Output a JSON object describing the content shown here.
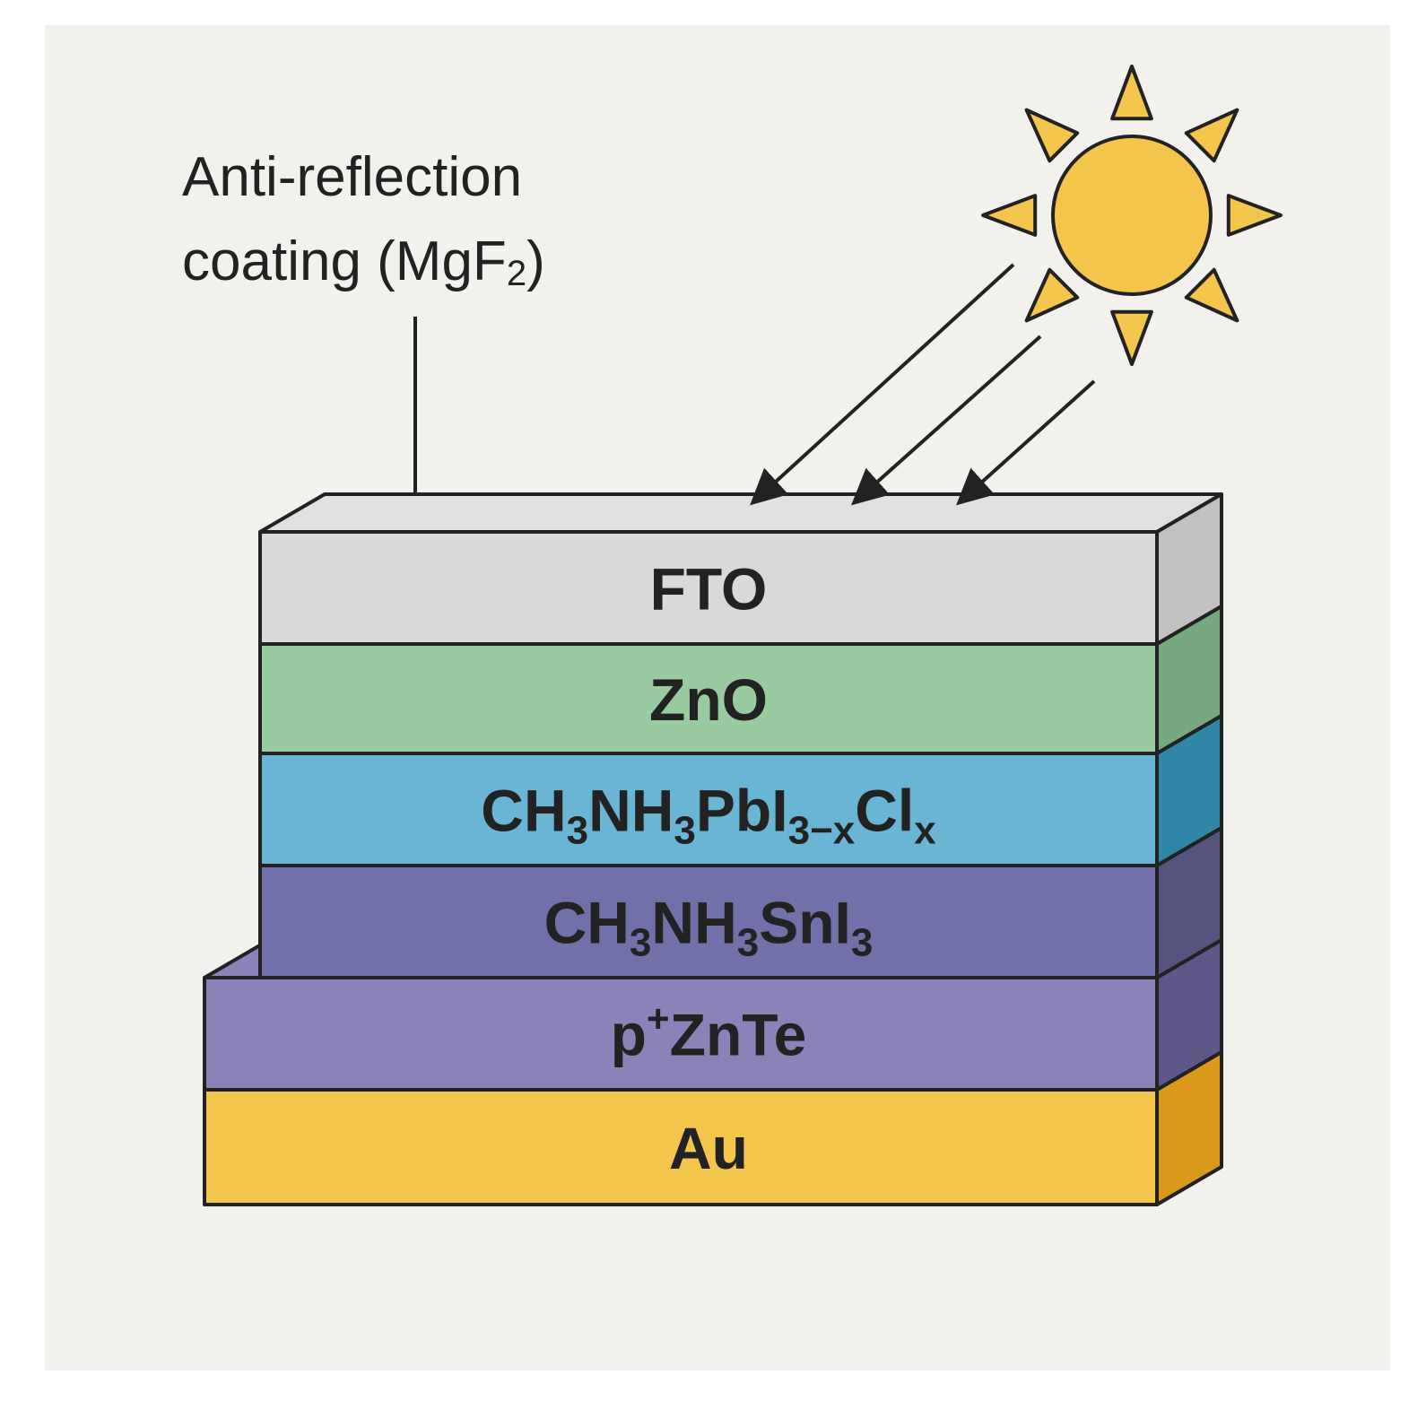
{
  "callout": {
    "line1": "Anti-reflection",
    "line2_main": "coating (MgF",
    "line2_sub": "2",
    "line2_end": ")"
  },
  "layers": [
    {
      "id": "fto",
      "parts": [
        {
          "t": "FTO"
        }
      ],
      "front": "#dbd9d7",
      "side": "#c3c1bf"
    },
    {
      "id": "zno",
      "parts": [
        {
          "t": "ZnO"
        }
      ],
      "front": "#98cba0",
      "side": "#76a97f"
    },
    {
      "id": "pbi",
      "parts": [
        {
          "t": "CH"
        },
        {
          "t": "3",
          "sub": true
        },
        {
          "t": "NH"
        },
        {
          "t": "3",
          "sub": true
        },
        {
          "t": "PbI"
        },
        {
          "t": "3−x",
          "sub": true
        },
        {
          "t": "Cl"
        },
        {
          "t": "x",
          "sub": true
        }
      ],
      "front": "#6ab5d3",
      "side": "#2f86a6"
    },
    {
      "id": "sni",
      "parts": [
        {
          "t": "CH"
        },
        {
          "t": "3",
          "sub": true
        },
        {
          "t": "NH"
        },
        {
          "t": "3",
          "sub": true
        },
        {
          "t": "SnI"
        },
        {
          "t": "3",
          "sub": true
        }
      ],
      "front": "#7270a8",
      "side": "#56547f"
    },
    {
      "id": "znte",
      "parts": [
        {
          "t": "p"
        },
        {
          "t": "+",
          "sup": true
        },
        {
          "t": "ZnTe"
        }
      ],
      "front": "#8a83b8",
      "side": "#5e5888"
    },
    {
      "id": "au",
      "parts": [
        {
          "t": "Au"
        }
      ],
      "front": "#f3c54d",
      "side": "#d99a1b"
    }
  ],
  "colors": {
    "background": "#f3f1ee",
    "top_face": "#e2e0de",
    "outline": "#222222",
    "sun": "#f3c54d"
  },
  "icons": {
    "sun": "sun-icon",
    "rays": "light-ray-arrow"
  }
}
